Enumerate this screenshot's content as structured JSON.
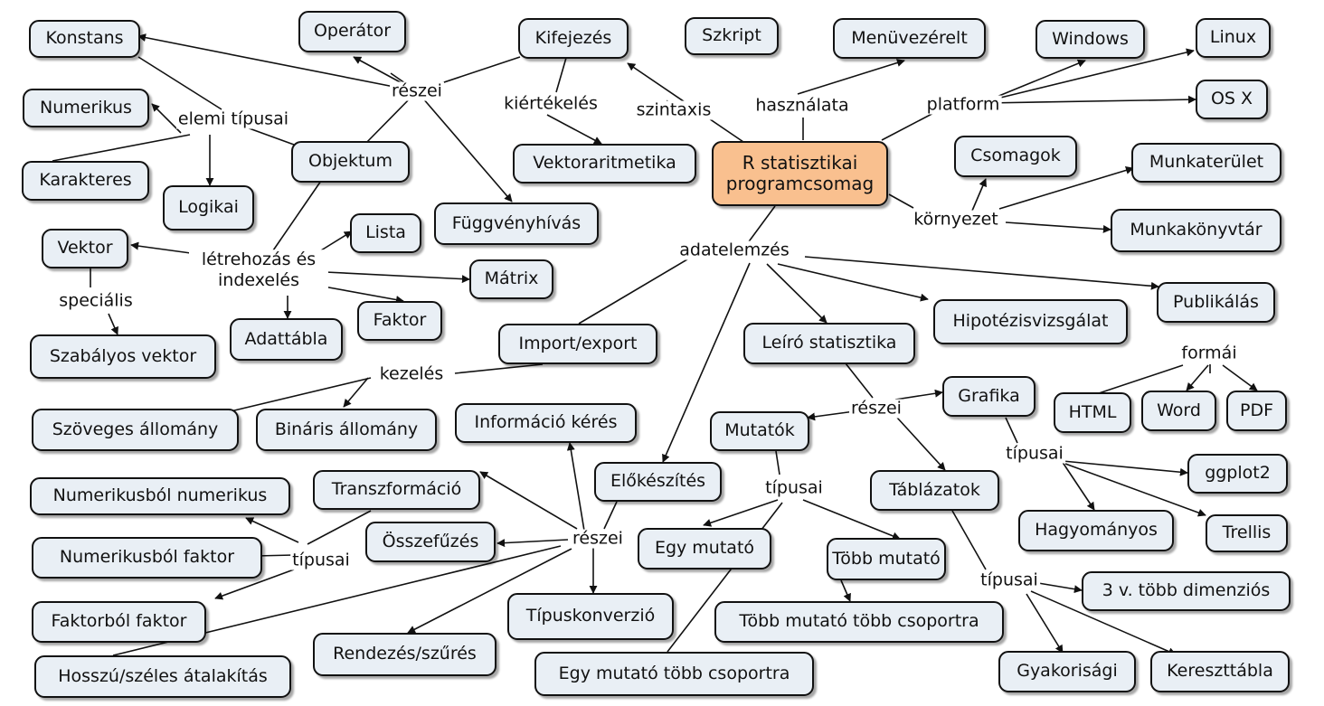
{
  "colors": {
    "root_fill": "#f9c08f",
    "node_fill": "#e9eff5",
    "border": "#111111"
  },
  "root": "R statisztikai programcsomag",
  "nodes": {
    "konstans": "Konstans",
    "operator": "Operátor",
    "kifejezes": "Kifejezés",
    "szkript": "Szkript",
    "menuvezerelt": "Menüvezérelt",
    "windows": "Windows",
    "linux": "Linux",
    "osx": "OS X",
    "numerikus": "Numerikus",
    "vektoraritmetika": "Vektoraritmetika",
    "csomagok": "Csomagok",
    "munkaterulet": "Munkaterület",
    "objektum": "Objektum",
    "karakteres": "Karakteres",
    "logikai": "Logikai",
    "fuggvenyhivas": "Függvényhívás",
    "lista": "Lista",
    "vektor": "Vektor",
    "munkakonyvtar": "Munkakönyvtár",
    "matrix": "Mátrix",
    "publikalas": "Publikálás",
    "hipotezis": "Hipotézisvizsgálat",
    "faktor": "Faktor",
    "adattabla": "Adattábla",
    "import_export": "Import/export",
    "leiro": "Leíró statisztika",
    "szabalyos": "Szabályos vektor",
    "grafika": "Grafika",
    "html": "HTML",
    "word": "Word",
    "pdf": "PDF",
    "szoveges": "Szöveges állomány",
    "binaris": "Bináris állomány",
    "informacio": "Információ kérés",
    "mutatok": "Mutatók",
    "elokeszites": "Előkészítés",
    "transzformacio": "Transzformáció",
    "num_num": "Numerikusból numerikus",
    "ggplot2": "ggplot2",
    "tablazatok": "Táblázatok",
    "osszefuzes": "Összefűzés",
    "hagyomanyos": "Hagyományos",
    "trellis": "Trellis",
    "egy_mutato": "Egy mutató",
    "num_faktor": "Numerikusból faktor",
    "tobb_mutato": "Több mutató",
    "harom_dim": "3 v. több dimenziós",
    "faktor_faktor": "Faktorból faktor",
    "tipuskonverzio": "Típuskonverzió",
    "tobb_mutato_csop": "Több mutató több csoportra",
    "rendezes": "Rendezés/szűrés",
    "gyakorisagi": "Gyakorisági",
    "kereszttabla": "Kereszttábla",
    "hosszu": "Hosszú/széles átalakítás",
    "egy_mutato_csop": "Egy mutató több csoportra"
  },
  "labels": {
    "reszei_top": "részei",
    "kiertekeles": "kiértékelés",
    "szintaxis": "szintaxis",
    "hasznalata": "használata",
    "platform": "platform",
    "elemi_tipusai": "elemi típusai",
    "kornyezet": "környezet",
    "letrehozas": "létrehozás és indexelés",
    "adatelemzes": "adatelemzés",
    "specialis": "speciális",
    "formai": "formái",
    "kezeles": "kezelés",
    "reszei_leiro": "részei",
    "tipusai_grafika": "típusai",
    "tipusai_mutatok": "típusai",
    "reszei_elok": "részei",
    "tipusai_transz": "típusai",
    "tipusai_tabla": "típusai"
  }
}
